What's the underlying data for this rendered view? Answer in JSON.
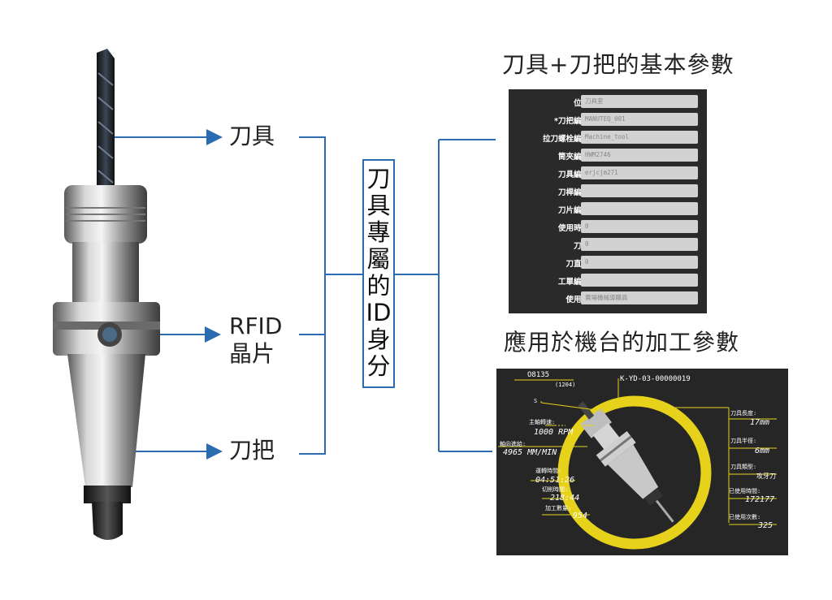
{
  "left_labels": {
    "tool": "刀具",
    "rfid_line1": "RFID",
    "rfid_line2": "晶片",
    "holder": "刀把"
  },
  "center_label": [
    "刀",
    "具",
    "專",
    "屬",
    "的",
    "ID",
    "身",
    "分"
  ],
  "heading_top": "刀具+刀把的基本參數",
  "heading_bottom": "應用於機台的加工參數",
  "params": [
    {
      "label": "位置",
      "value": "刀具室"
    },
    {
      "label": "*刀把編號",
      "value": "MANUTEQ_001"
    },
    {
      "label": "拉刀螺栓編號",
      "value": "Machine_tool"
    },
    {
      "label": "筒夾編號",
      "value": "HWM2746"
    },
    {
      "label": "刀具編號",
      "value": "erjcjm271"
    },
    {
      "label": "刀桿編號",
      "value": ""
    },
    {
      "label": "刀片編號",
      "value": ""
    },
    {
      "label": "使用時間",
      "value": "0"
    },
    {
      "label": "刀長",
      "value": "0"
    },
    {
      "label": "刀直徑",
      "value": "0"
    },
    {
      "label": "工單編號",
      "value": ""
    },
    {
      "label": "使用者",
      "value": "賣場機械導購員"
    }
  ],
  "machine": {
    "program": "O8135",
    "program_sub": "(1204)",
    "tool_id": "K-YD-03-00000019",
    "s_mark": "S",
    "spindle_label": "主軸轉速:",
    "spindle_value": "1000 RPM",
    "feed_label": "軸向進給:",
    "feed_value": "4965 MM/MIN",
    "run_label": "運轉時間:",
    "run_value": "04:51:26",
    "cut_label": "切削時間:",
    "cut_value": "218:44",
    "count_label": "加工數量:",
    "count_value": "954",
    "len_label": "刀具長度:",
    "len_value": "17mm",
    "radius_label": "刀具半徑:",
    "radius_value": "6mm",
    "type_label": "刀具類型:",
    "type_value": "攻牙刀",
    "used_time_label": "已使用時間:",
    "used_time_value": "172177",
    "used_count_label": "已使用次數:",
    "used_count_value": "325"
  },
  "colors": {
    "connector": "#2b6cb0",
    "ring": "#e6d21a",
    "panel_bg": "#2a2a2a",
    "screen_bg": "#262626"
  }
}
